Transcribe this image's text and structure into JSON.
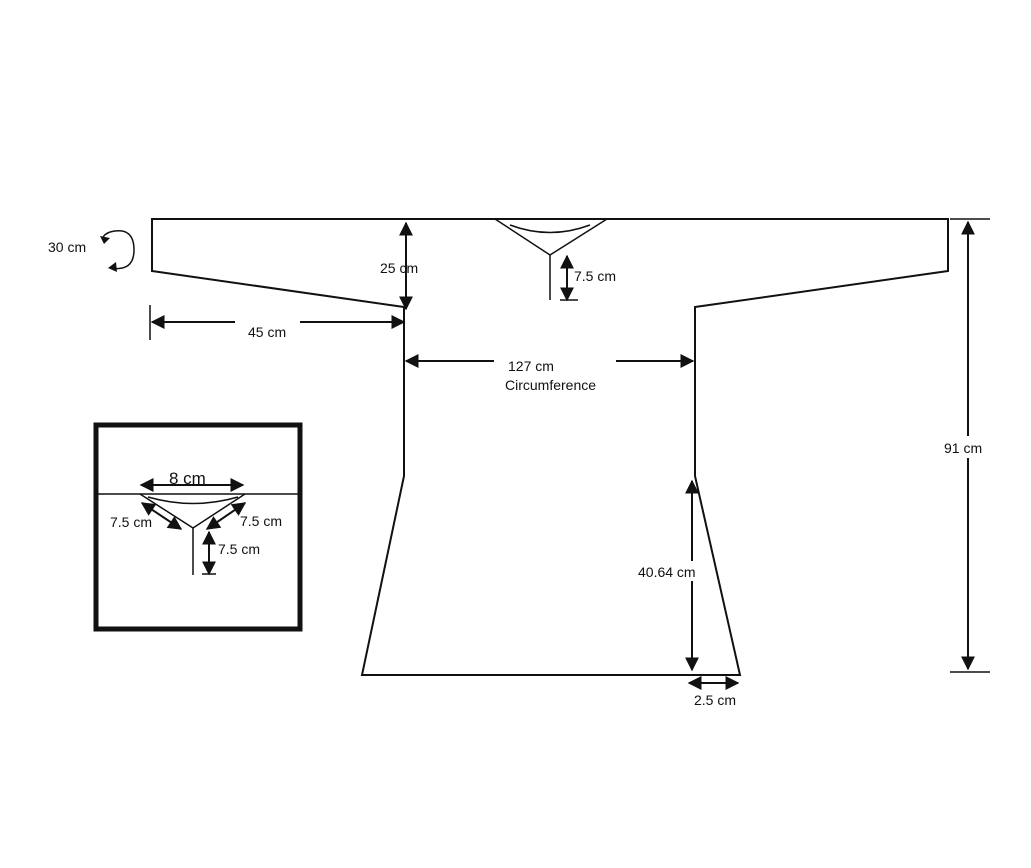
{
  "labels": {
    "cuff_circumference": "30 cm",
    "shoulder_drop": "25 cm",
    "neck_slit": "7.5 cm",
    "sleeve_length": "45 cm",
    "chest": "127 cm",
    "chest_note": "Circumference",
    "total_length": "91 cm",
    "side_seam": "40.64 cm",
    "hem_flare": "2.5 cm"
  },
  "inset": {
    "neck_width": "8 cm",
    "neck_left_edge": "7.5 cm",
    "neck_right_edge": "7.5 cm",
    "neck_slit": "7.5 cm"
  }
}
